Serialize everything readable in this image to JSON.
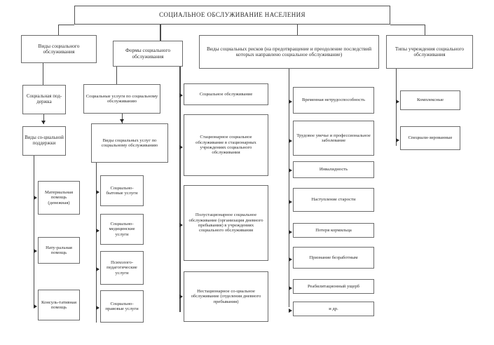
{
  "diagram": {
    "title": "СОЦИАЛЬНОЕ ОБСЛУЖИВАНИЕ НАСЕЛЕНИЯ",
    "level2": [
      {
        "label": "Виды социального обслуживания"
      },
      {
        "label": "Формы социального обслуживания"
      },
      {
        "label": "Виды социальных рисков (на предотвращение и преодоление последствий которых направлено социальное обслуживание)"
      },
      {
        "label": "Типы учреждения социального обслуживания"
      }
    ],
    "column1": {
      "head1": "Социальная под-держка",
      "head2": "Виды со-циальной поддержки",
      "leaves": [
        "Материальная помощь (денежная)",
        "Нату-ральная помощь",
        "Консуль-тативная помощь"
      ]
    },
    "column2": {
      "head1": "Социальные услуги по социальному обслуживанию",
      "head2": "Виды социальных услуг по социальному обслуживанию",
      "leaves": [
        "Социально-бытовые услуги",
        "Социально-медицинские услуги",
        "Психолого-педагогические услуги",
        "Социально-правовые услуги"
      ]
    },
    "column3": {
      "leaves": [
        "Социальное обслуживание",
        "Стационарное социальное обслуживание в стационарных учреждениях социального обслуживания",
        "Полустационарное социальное обслуживание (организация дневного пребывания) в учреждениях социального обслуживания",
        "Нестационарное со-циальное обслуживание (отделения дневного пребывания)"
      ]
    },
    "column4": {
      "leaves": [
        "Временная нетрудоспособность",
        "Трудовое увечье и профессиональное заболевание",
        "Инвалидность",
        "Наступление старости",
        "Потеря кормильца",
        "Признание безработным",
        "Реабилитационный ущерб",
        "и др."
      ]
    },
    "column5": {
      "leaves": [
        "Комплексные",
        "Специали-зированные"
      ]
    }
  }
}
